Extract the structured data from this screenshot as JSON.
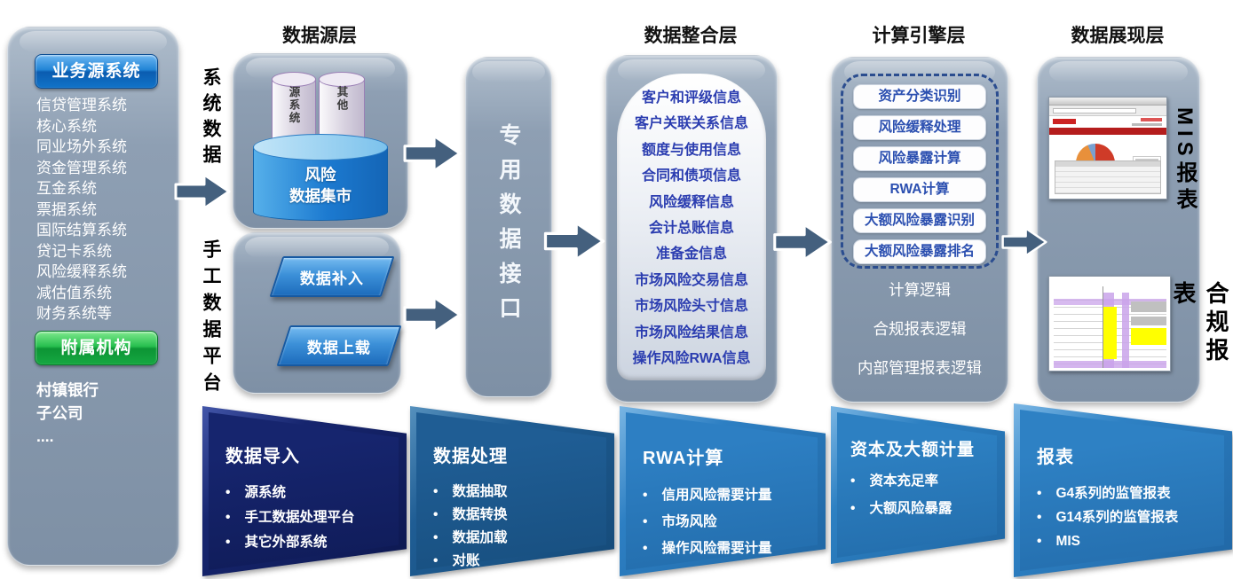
{
  "titles": {
    "source": "数据源层",
    "integration": "数据整合层",
    "engine": "计算引擎层",
    "presentation": "数据展现层"
  },
  "left_panel": {
    "header": "业务源系统",
    "systems": [
      "信贷管理系统",
      "核心系统",
      "同业场外系统",
      "资金管理系统",
      "互金系统",
      "票据系统",
      "国际结算系统",
      "贷记卡系统",
      "风险缓释系统",
      "减估值系统",
      "财务系统等"
    ],
    "sub_header": "附属机构",
    "subsidiaries": [
      "村镇银行",
      "子公司",
      "...."
    ]
  },
  "source_layer": {
    "system_data_label": "系统数据",
    "manual_platform_label": "手工数据平台",
    "small_cylinders": [
      "源系统",
      "其他"
    ],
    "big_cylinder": "风险\n数据集市",
    "manual_steps": [
      "数据补入",
      "数据上载"
    ]
  },
  "interface_layer": {
    "label": "专用数据接口"
  },
  "integration_layer": {
    "items": [
      "客户和评级信息",
      "客户关联关系信息",
      "额度与使用信息",
      "合同和债项信息",
      "风险缓释信息",
      "会计总账信息",
      "准备金信息",
      "市场风险交易信息",
      "市场风险头寸信息",
      "市场风险结果信息",
      "操作风险RWA信息"
    ]
  },
  "engine_layer": {
    "modules": [
      "资产分类识别",
      "风险缓释处理",
      "风险暴露计算",
      "RWA计算",
      "大额风险暴露识别",
      "大额风险暴露排名"
    ],
    "logics": [
      "计算逻辑",
      "合规报表逻辑",
      "内部管理报表逻辑"
    ]
  },
  "presentation_layer": {
    "mis_label": "MIS报表",
    "compliance_label": "合规报表"
  },
  "process_steps": [
    {
      "title": "数据导入",
      "bullets": [
        "源系统",
        "手工数据处理平台",
        "其它外部系统"
      ],
      "colors": {
        "main": "#16256e",
        "edge": "#4255a8",
        "dark": "#0d1850"
      }
    },
    {
      "title": "数据处理",
      "bullets": [
        "数据抽取",
        "数据转换",
        "数据加载",
        "对账"
      ],
      "colors": {
        "main": "#1f5d94",
        "edge": "#5590bd",
        "dark": "#154a78"
      }
    },
    {
      "title": "RWA计算",
      "bullets": [
        "信用风险需要计量",
        "市场风险",
        "操作风险需要计量"
      ],
      "colors": {
        "main": "#2d7fc3",
        "edge": "#79b5e3",
        "dark": "#1f66a3"
      }
    },
    {
      "title": "资本及大额计量",
      "bullets": [
        "资本充足率",
        "大额风险暴露"
      ],
      "colors": {
        "main": "#2d80c2",
        "edge": "#79b5e3",
        "dark": "#1f66a3"
      }
    },
    {
      "title": "报表",
      "bullets": [
        "G4系列的监管报表",
        "G14系列的监管报表",
        "MIS"
      ],
      "colors": {
        "main": "#2e81c4",
        "edge": "#7ab6e4",
        "dark": "#2066a4"
      }
    }
  ],
  "colors": {
    "flow_arrow": "#44607e",
    "box_gray_top": "#aebccb",
    "box_gray_bottom": "#7e90a5",
    "button_blue": "#2285d6",
    "button_green": "#27bf4f",
    "integration_text": "#2b3db0",
    "cylinder_blue": "#1c7ad0",
    "parallelogram_blue": "#3c90d8",
    "dashed_border": "#2b4d8f",
    "report_yellow": "#ffff00",
    "report_purple": "#c9a3ea"
  }
}
